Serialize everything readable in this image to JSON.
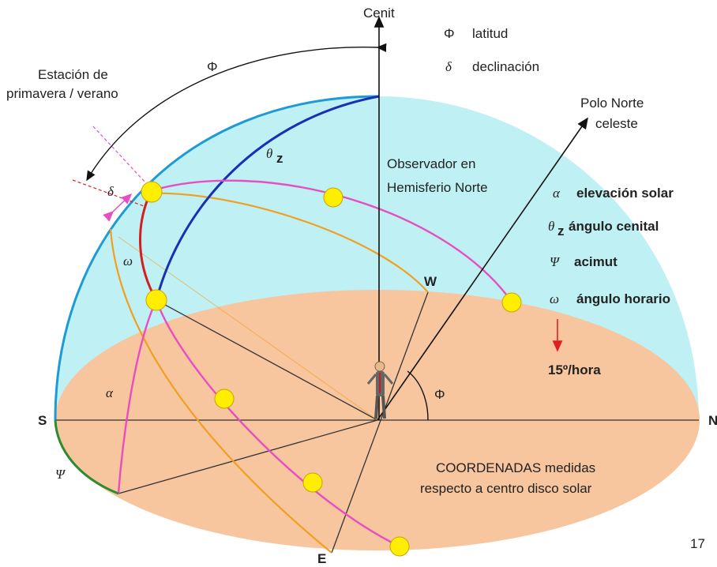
{
  "colors": {
    "sky": "#bff0f4",
    "ground": "#f7c59e",
    "meridian": "#1e9ad6",
    "zenith_arc": "#1a2fb5",
    "sun_path": "#e64fc2",
    "horizon_path": "#f0a020",
    "hour_angle": "#d02020",
    "azimuth": "#2e8b2e",
    "sun": "#ffee00",
    "red_arrow": "#e02020"
  },
  "labels": {
    "zenith": "Cenit",
    "north_pole": [
      "Polo Norte",
      "celeste"
    ],
    "season": [
      "Estación de",
      "primavera / verano"
    ],
    "observer": [
      "Observador en",
      "Hemisferio Norte"
    ],
    "phi_top": "Φ",
    "phi_bottom": "Φ",
    "delta_arc": "δ",
    "theta_arc": "θ",
    "theta_sub": "z",
    "omega_arc": "ω",
    "alpha_arc": "α",
    "psi_arc": "Ψ",
    "point_s": "S",
    "point_n": "N",
    "point_w": "W",
    "point_e": "E",
    "coords": [
      "COORDENADAS medidas",
      "respecto a centro disco solar"
    ],
    "page_number": "17"
  },
  "legend": {
    "latitude": {
      "symbol": "Φ",
      "text": "latitud"
    },
    "declination": {
      "symbol": "δ",
      "text": "declinación"
    },
    "elevation": {
      "symbol": "α",
      "text": "elevación solar"
    },
    "zenith_angle": {
      "symbol": "θ",
      "sub": "z",
      "text": "ángulo cenital"
    },
    "azimuth": {
      "symbol": "Ψ",
      "text": "acimut"
    },
    "hour_angle": {
      "symbol": "ω",
      "text": "ángulo horario"
    },
    "rate": "15º/hora"
  }
}
